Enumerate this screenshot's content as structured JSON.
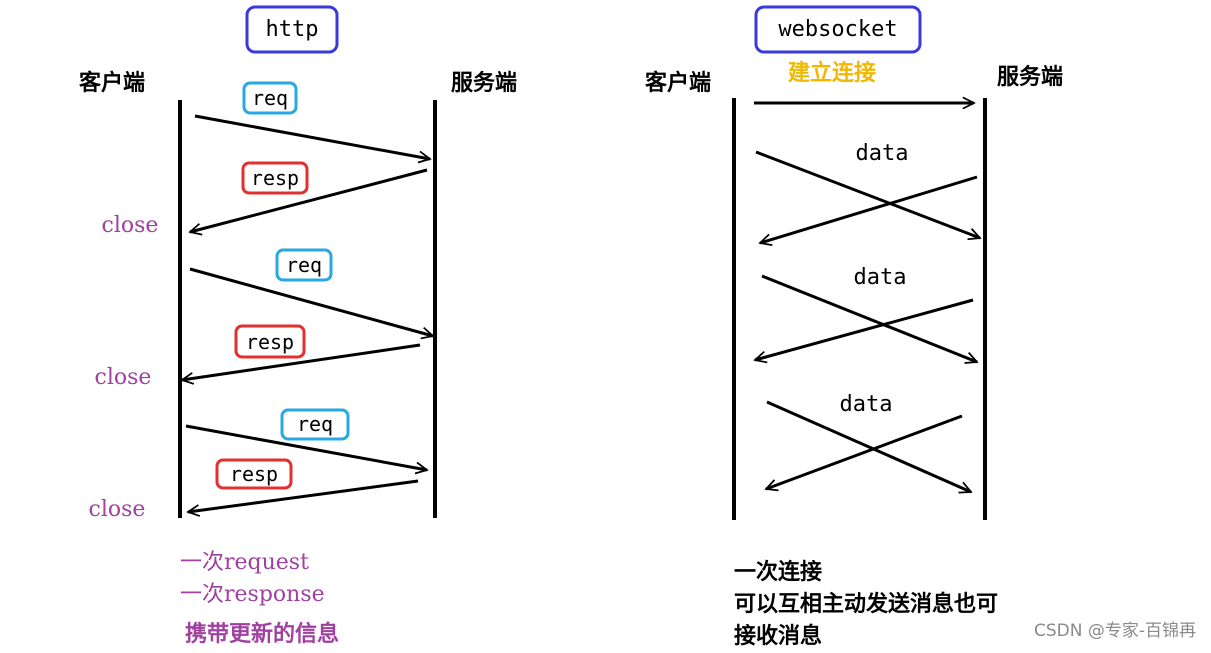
{
  "http": {
    "title": "http",
    "client_label": "客户端",
    "server_label": "服务端",
    "req_label": "req",
    "resp_label": "resp",
    "close_label": "close",
    "note_line1": "一次request",
    "note_line2": "一次response",
    "note_line3": "携带更新的信息"
  },
  "websocket": {
    "title": "websocket",
    "client_label": "客户端",
    "server_label": "服务端",
    "connect_label": "建立连接",
    "data_label": "data",
    "note_line1": "一次连接",
    "note_line2": "可以互相主动发送消息也可",
    "note_line3": "接收消息"
  },
  "watermark": "CSDN @专家-百锦再",
  "colors": {
    "title_box": "#3a3ad8",
    "req_box": "#2aa8e0",
    "resp_box": "#e03030",
    "close_text": "#a040a0",
    "connect_text": "#f0b800",
    "line": "#000000"
  }
}
